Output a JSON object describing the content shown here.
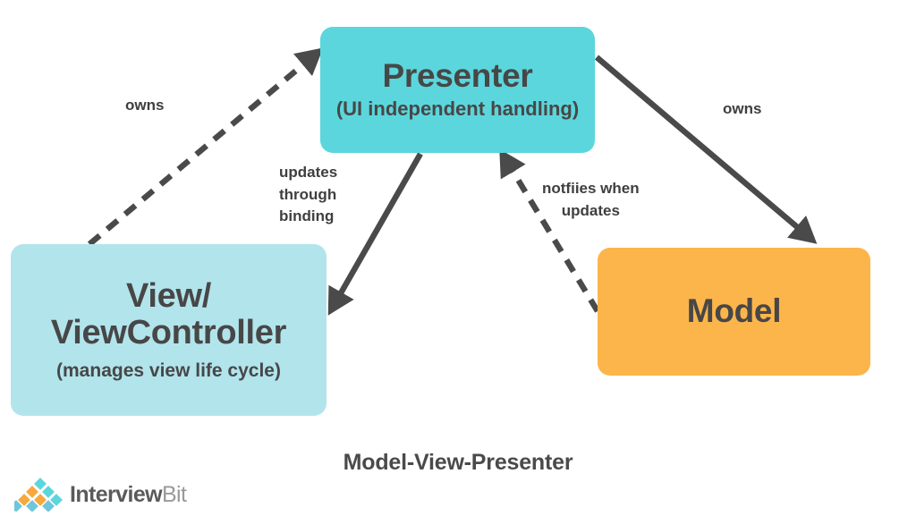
{
  "caption": "Model-View-Presenter",
  "colors": {
    "presenter_fill": "#5BD6DC",
    "view_fill": "#B2E4EC",
    "model_fill": "#FCB54A",
    "arrow": "#4a4a4a",
    "text": "#474747",
    "background": "#ffffff",
    "logo_teal": "#5BD6DC",
    "logo_orange": "#F7A93E",
    "logo_blue": "#6FC6DC"
  },
  "nodes": {
    "presenter": {
      "title": "Presenter",
      "subtitle": "(UI independent\nhandling)"
    },
    "view": {
      "title": "View/\nViewController",
      "subtitle": "(manages view life cycle)"
    },
    "model": {
      "title": "Model",
      "subtitle": ""
    }
  },
  "edges": [
    {
      "id": "view-owns-presenter",
      "label": "owns",
      "style": "dashed",
      "from": "view",
      "to": "presenter"
    },
    {
      "id": "presenter-updates-view",
      "label": "updates\nthrough\nbinding",
      "style": "solid",
      "from": "presenter",
      "to": "view"
    },
    {
      "id": "presenter-owns-model",
      "label": "owns",
      "style": "solid",
      "from": "presenter",
      "to": "model"
    },
    {
      "id": "model-notifies-presenter",
      "label": "notfiies when\nupdates",
      "style": "dashed",
      "from": "model",
      "to": "presenter"
    }
  ],
  "logo": {
    "name_bold": "Interview",
    "name_light": "Bit"
  }
}
